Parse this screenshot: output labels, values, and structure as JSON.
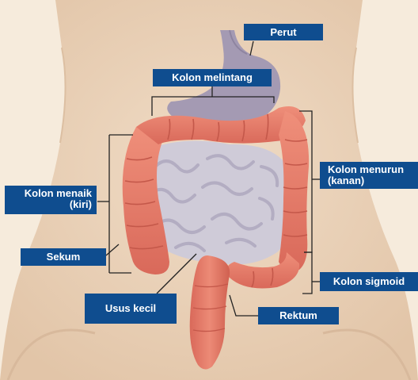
{
  "labels": {
    "perut": "Perut",
    "kolon_melintang": "Kolon melintang",
    "kolon_menurun": [
      "Kolon menurun",
      "(kanan)"
    ],
    "kolon_menaik": [
      "Kolon menaik",
      "(kiri)"
    ],
    "sekum": "Sekum",
    "kolon_sigmoid": "Kolon sigmoid",
    "usus_kecil": "Usus kecil",
    "rektum": "Rektum"
  },
  "colors": {
    "background": "#f6ebdc",
    "skin": "#ecd4bb",
    "skin_shadow": "#dcbfa2",
    "stomach": "#a49ab3",
    "small_intestine": "#cfcbd8",
    "colon": "#e8806c",
    "colon_dark": "#c65a4a",
    "label_bg": "#0f4d8f",
    "label_text": "#ffffff",
    "leader_line": "#222222"
  }
}
